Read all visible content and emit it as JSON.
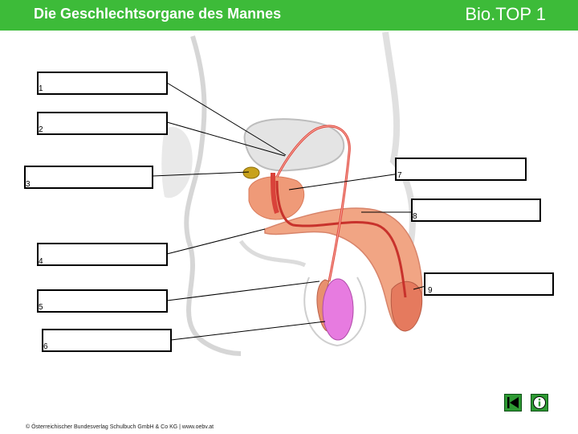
{
  "header": {
    "title": "Die Geschlechtsorgane des Mannes",
    "brand": "Bio.TOP 1",
    "color": "#3dbb39"
  },
  "labels": [
    {
      "number": "1",
      "text": ""
    },
    {
      "number": "2",
      "text": ""
    },
    {
      "number": "3",
      "text": ""
    },
    {
      "number": "4",
      "text": ""
    },
    {
      "number": "5",
      "text": ""
    },
    {
      "number": "6",
      "text": ""
    },
    {
      "number": "7",
      "text": ""
    },
    {
      "number": "8",
      "text": ""
    },
    {
      "number": "9",
      "text": ""
    }
  ],
  "footer": {
    "copyright": "© Österreichischer Bundesverlag Schulbuch GmbH & Co KG | www.oebv.at"
  },
  "nav": {
    "back_icon": "back-triangle-icon",
    "info_icon": "info-icon"
  },
  "colors": {
    "testis": "#e77be0",
    "organ": "#ef9a78",
    "duct": "#e0443a",
    "bladder": "#e4e4e4",
    "seminal_vesicle": "#c8a21c"
  }
}
